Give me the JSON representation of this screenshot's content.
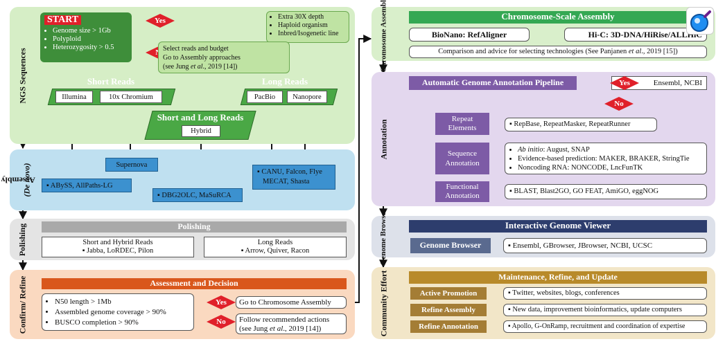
{
  "sections": {
    "ngs": "NGS Sequences",
    "assembly_de_novo_a": "Assembly",
    "assembly_de_novo_b": "(De novo)",
    "polishing": "Polishing",
    "confirm_refine": "Confirm/ Refine",
    "chromosome_assembly": "Chromosome Assembly",
    "annotation": "Annotation",
    "genome_browser": "Genome Browser",
    "community_effort": "Community Effort"
  },
  "start": {
    "title": "START",
    "items": [
      "Genome size > 1Gb",
      "Polyploid",
      "Heterozygosity > 0.5"
    ]
  },
  "decision": {
    "yes": "Yes",
    "no": "No",
    "extra": [
      "Extra 30X depth",
      "Haploid organism",
      "Inbred/Isogenetic line"
    ],
    "select_l1": "Select reads and budget",
    "select_l2": "Go to Assembly approaches",
    "select_l3a": "(see Jung ",
    "select_l3b": "et al",
    "select_l3c": "., 2019 [14])"
  },
  "reads": {
    "short_title": "Short Reads",
    "illumina": "Illumina",
    "chromium": "10x Chromium",
    "long_title": "Long Reads",
    "pacbio": "PacBio",
    "nanopore": "Nanopore",
    "short_long_title": "Short and Long Reads",
    "hybrid": "Hybrid"
  },
  "assemblers": {
    "supernova": "Supernova",
    "abyss": "ABySS, AllPaths-LG",
    "dbg2olc": "DBG2OLC, MaSuRCA",
    "canu_l1": "CANU, Falcon, Flye",
    "canu_l2": "MECAT, Shasta"
  },
  "polishing": {
    "title": "Polishing",
    "short_hybrid": "Short and Hybrid Reads",
    "short_tools": "Jabba, LoRDEC, Pilon",
    "long": "Long Reads",
    "long_tools": "Arrow, Quiver, Racon"
  },
  "assessment": {
    "title": "Assessment and Decision",
    "items": [
      "N50 length > 1Mb",
      "Assembled genome coverage > 90%",
      "BUSCO completion > 90%"
    ],
    "yes": "Yes",
    "no": "No",
    "yes_action": "Go to Chromosome Assembly",
    "no_l1": "Follow recommended actions",
    "no_l2a": "(see Jung ",
    "no_l2b": "et al",
    "no_l2c": "., 2019 [14])"
  },
  "chromosome": {
    "title": "Chromosome-Scale Assembly",
    "bionano": "BioNano: RefAligner",
    "hic": "Hi-C: 3D-DNA/HiRise/ALLHiC",
    "comparison_a": "Comparison and advice for selecting technologies (See Panjanen ",
    "comparison_b": "et al",
    "comparison_c": "., 2019 [15])"
  },
  "annotation": {
    "pipeline": "Automatic Genome Annotation Pipeline",
    "yes": "Yes",
    "no": "No",
    "yes_tools": "Ensembl, NCBI",
    "repeat_l1": "Repeat",
    "repeat_l2": "Elements",
    "repeat_tools": "RepBase, RepeatMasker, RepeatRunner",
    "seq_l1": "Sequence",
    "seq_l2": "Annotation",
    "seq_i1a": "Ab initio",
    "seq_i1b": ": August, SNAP",
    "seq_i2": "Evidence-based prediction: MAKER, BRAKER, StringTie",
    "seq_i3": "Noncoding RNA: NONCODE, LncFunTK",
    "func_l1": "Functional",
    "func_l2": "Annotation",
    "func_tools": "BLAST, Blast2GO, GO FEAT, AmiGO, eggNOG"
  },
  "browser": {
    "title": "Interactive Genome Viewer",
    "label": "Genome Browser",
    "tools": "Ensembl, GBrowser, JBrowser, NCBI, UCSC"
  },
  "community": {
    "title": "Maintenance, Refine, and Update",
    "promo": "Active Promotion",
    "promo_text": "Twitter, websites, blogs, conferences",
    "refine_asm": "Refine Assembly",
    "refine_asm_text": "New data, improvement bioinformatics, update computers",
    "refine_ann": "Refine Annotation",
    "refine_ann_text": "Apollo, G-OnRamp, recruitment and coordination of expertise"
  },
  "colors": {
    "ngs_panel": "#d6eec6",
    "assembly_panel": "#bfe0f0",
    "polish_panel": "#e4e4e4",
    "confirm_panel": "#fad9c0",
    "chrom_panel": "#d9efcb",
    "annot_panel": "#e3d7ee",
    "browser_panel": "#dde1ea",
    "community_panel": "#f2e6c8",
    "red": "#e0202a"
  }
}
